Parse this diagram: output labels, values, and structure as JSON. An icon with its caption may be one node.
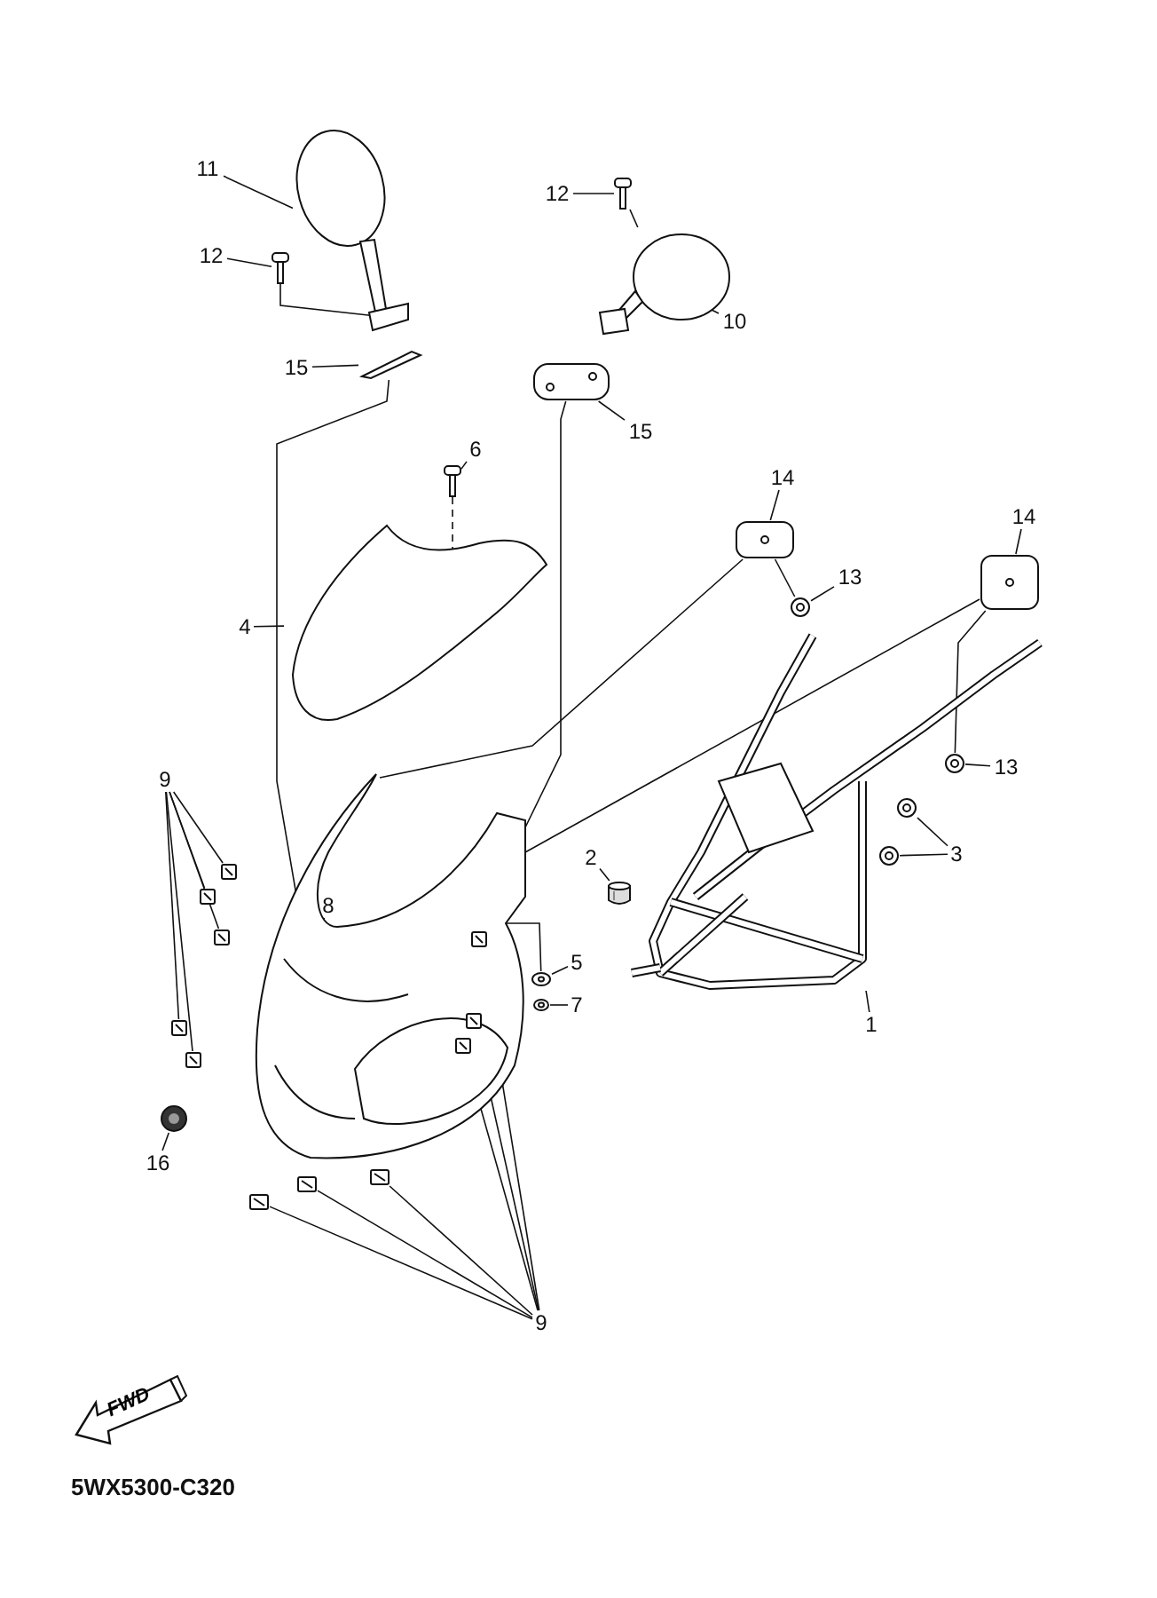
{
  "diagram": {
    "nodes": [
      {
        "text": [
          "11"
        ]
      },
      {
        "text": [],
        "shape": "picture"
      },
      {
        "text": [
          "12"
        ]
      },
      {
        "text": [],
        "shape": "picture"
      },
      {
        "text": [
          "15"
        ]
      },
      {
        "text": [],
        "shape": "picture"
      },
      {
        "text": [
          "12"
        ]
      },
      {
        "text": [],
        "shape": "picture"
      },
      {
        "text": [
          "10"
        ]
      },
      {
        "text": [],
        "shape": "picture"
      },
      {
        "text": [
          "15"
        ]
      },
      {
        "text": [],
        "shape": "picture"
      },
      {
        "text": [
          "6"
        ]
      },
      {
        "text": [],
        "shape": "picture"
      },
      {
        "text": [
          "14"
        ]
      },
      {
        "text": [],
        "shape": "picture"
      },
      {
        "text": [
          "4"
        ]
      },
      {
        "text": [],
        "shape": "picture"
      },
      {
        "text": [
          "14"
        ]
      },
      {
        "text": [],
        "shape": "picture"
      },
      {
        "text": [
          "13"
        ]
      },
      {
        "text": [],
        "shape": "picture"
      },
      {
        "text": [
          "13"
        ],
        "in": 42
      },
      {
        "text": [],
        "shape": "picture",
        "in": 42
      },
      {
        "text": [
          "9"
        ]
      },
      {
        "text": [],
        "shape": "picture"
      },
      {
        "text": [],
        "shape": "picture"
      },
      {
        "text": [],
        "shape": "picture"
      },
      {
        "text": [],
        "shape": "picture"
      },
      {
        "text": [],
        "shape": "picture"
      },
      {
        "text": [
          "8"
        ],
        "in": 31
      },
      {
        "text": [],
        "shape": "picture"
      },
      {
        "text": [
          "5"
        ]
      },
      {
        "text": [],
        "shape": "picture"
      },
      {
        "text": [
          "7"
        ]
      },
      {
        "text": [],
        "shape": "picture"
      },
      {
        "text": [
          "2"
        ]
      },
      {
        "text": [],
        "shape": "picture"
      },
      {
        "text": [
          "3"
        ],
        "in": 42
      },
      {
        "text": [],
        "shape": "picture",
        "in": 42
      },
      {
        "text": [],
        "shape": "picture",
        "in": 42
      },
      {
        "text": [
          "1"
        ]
      },
      {
        "text": [],
        "shape": "picture"
      },
      {
        "text": [],
        "shape": "picture"
      },
      {
        "text": [
          "16"
        ]
      },
      {
        "text": [],
        "shape": "picture"
      },
      {
        "text": [],
        "shape": "picture"
      },
      {
        "text": [],
        "shape": "picture"
      },
      {
        "text": [
          "9"
        ]
      },
      {
        "text": [],
        "shape": "picture",
        "in": 31
      },
      {
        "text": [],
        "shape": "picture",
        "in": 31
      },
      {
        "text": [],
        "shape": "picture",
        "in": 31
      },
      {
        "text": [
          "FWD"
        ]
      }
    ],
    "edges": [
      {
        "from": 0,
        "to": 1,
        "arrow": "none"
      },
      {
        "from": 2,
        "to": 3,
        "arrow": "none"
      },
      {
        "from": 4,
        "to": 5,
        "arrow": "none"
      },
      {
        "from": 6,
        "to": 7,
        "arrow": "none"
      },
      {
        "from": 8,
        "to": 9,
        "arrow": "none"
      },
      {
        "from": 10,
        "to": 11,
        "arrow": "none"
      },
      {
        "from": 12,
        "to": 13,
        "arrow": "none"
      },
      {
        "from": 14,
        "to": 15,
        "arrow": "none"
      },
      {
        "from": 16,
        "to": 17,
        "arrow": "none"
      },
      {
        "from": 18,
        "to": 19,
        "arrow": "none"
      },
      {
        "from": 20,
        "to": 21,
        "arrow": "none"
      },
      {
        "from": 22,
        "to": 23,
        "arrow": "none"
      },
      {
        "from": 24,
        "to": 25,
        "arrow": "none"
      },
      {
        "from": 24,
        "to": 26,
        "arrow": "none"
      },
      {
        "from": 24,
        "to": 27,
        "arrow": "none"
      },
      {
        "from": 24,
        "to": 28,
        "arrow": "none"
      },
      {
        "from": 24,
        "to": 29,
        "arrow": "none"
      },
      {
        "from": 30,
        "to": 31,
        "arrow": "none"
      },
      {
        "from": 32,
        "to": 33,
        "arrow": "none"
      },
      {
        "from": 34,
        "to": 35,
        "arrow": "none"
      },
      {
        "from": 36,
        "to": 37,
        "arrow": "none"
      },
      {
        "from": 38,
        "to": 39,
        "arrow": "none"
      },
      {
        "from": 38,
        "to": 40,
        "arrow": "none"
      },
      {
        "from": 41,
        "to": 42,
        "arrow": "none"
      },
      {
        "from": 44,
        "to": 43,
        "arrow": "none"
      },
      {
        "from": 48,
        "to": 45,
        "arrow": "none"
      },
      {
        "from": 48,
        "to": 46,
        "arrow": "none"
      },
      {
        "from": 48,
        "to": 47,
        "arrow": "none"
      },
      {
        "from": 48,
        "to": 49,
        "arrow": "none"
      },
      {
        "from": 48,
        "to": 50,
        "arrow": "none"
      },
      {
        "from": 48,
        "to": 51,
        "arrow": "none"
      },
      {
        "from": 3,
        "to": 1,
        "arrow": "none"
      },
      {
        "from": 5,
        "to": 31,
        "arrow": "none"
      },
      {
        "from": 11,
        "to": 31,
        "arrow": "none"
      },
      {
        "from": 13,
        "to": 17,
        "arrow": "none",
        "style": "dashed"
      },
      {
        "from": 15,
        "to": 31,
        "arrow": "none"
      },
      {
        "from": 19,
        "to": 31,
        "arrow": "none"
      },
      {
        "from": 15,
        "to": 21,
        "arrow": "none"
      },
      {
        "from": 19,
        "to": 23,
        "arrow": "none"
      },
      {
        "from": 31,
        "to": 33,
        "arrow": "none"
      },
      {
        "from": 7,
        "to": 9,
        "arrow": "none"
      }
    ],
    "labels": [
      "5WX5300-C320"
    ]
  }
}
